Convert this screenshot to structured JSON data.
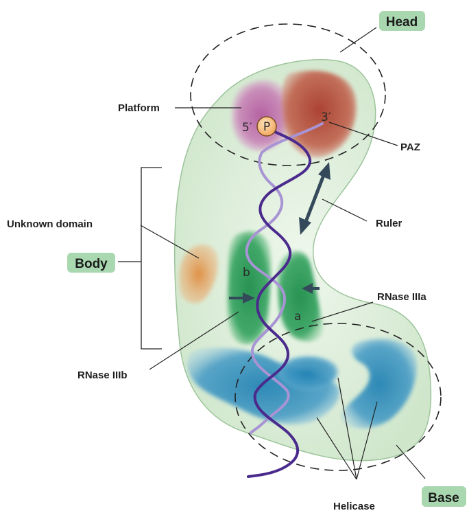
{
  "regions": {
    "head": "Head",
    "body": "Body",
    "base": "Base"
  },
  "domains": {
    "platform": "Platform",
    "paz": "PAZ",
    "ruler": "Ruler",
    "unknown_domain": "Unknown domain",
    "rnase_iiia": "RNase IIIa",
    "rnase_iiib": "RNase IIIb",
    "helicase": "Helicase"
  },
  "rna": {
    "five_prime": "5′",
    "three_prime": "3′",
    "phosphate": "P"
  },
  "domain_letters": {
    "a": "a",
    "b": "b"
  },
  "colors": {
    "body_fill": "#d9ecd5",
    "tag_fill": "#a9d8b0",
    "platform": "#b15aa0",
    "paz": "#b0402d",
    "unknown": "#de8a3a",
    "rnase": "#2e9a56",
    "helicase": "#2a86b5",
    "strand_dark": "#4a2a8c",
    "strand_light": "#a592d2",
    "arrow": "#344a5a"
  }
}
